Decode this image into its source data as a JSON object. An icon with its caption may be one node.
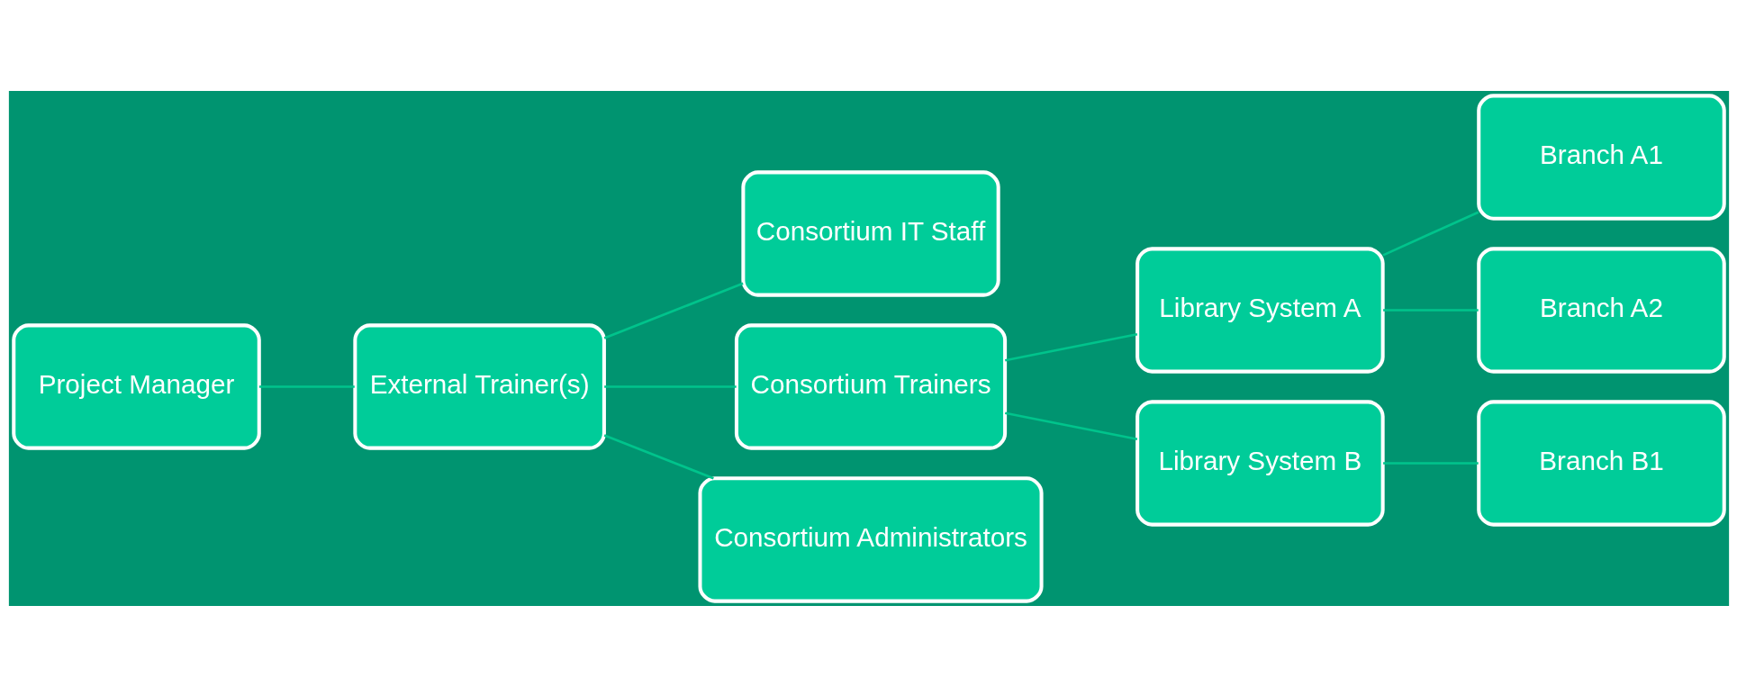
{
  "diagram": {
    "nodes": [
      {
        "text": [
          "Project Manager"
        ]
      },
      {
        "text": [
          "External Trainer(s)"
        ]
      },
      {
        "text": [
          "Consortium IT Staff"
        ]
      },
      {
        "text": [
          "Consortium Trainers"
        ]
      },
      {
        "text": [
          "Consortium Administrators"
        ]
      },
      {
        "text": [
          "Library System A"
        ]
      },
      {
        "text": [
          "Library System B"
        ]
      },
      {
        "text": [
          "Branch A1"
        ]
      },
      {
        "text": [
          "Branch A2"
        ]
      },
      {
        "text": [
          "Branch B1"
        ]
      }
    ],
    "edges": [
      {
        "from": 0,
        "to": 1,
        "arrow": "none"
      },
      {
        "from": 1,
        "to": 2,
        "arrow": "none"
      },
      {
        "from": 1,
        "to": 3,
        "arrow": "none"
      },
      {
        "from": 1,
        "to": 4,
        "arrow": "none"
      },
      {
        "from": 3,
        "to": 5,
        "arrow": "none"
      },
      {
        "from": 3,
        "to": 6,
        "arrow": "none"
      },
      {
        "from": 5,
        "to": 7,
        "arrow": "none"
      },
      {
        "from": 5,
        "to": 8,
        "arrow": "none"
      },
      {
        "from": 6,
        "to": 9,
        "arrow": "none"
      }
    ]
  }
}
